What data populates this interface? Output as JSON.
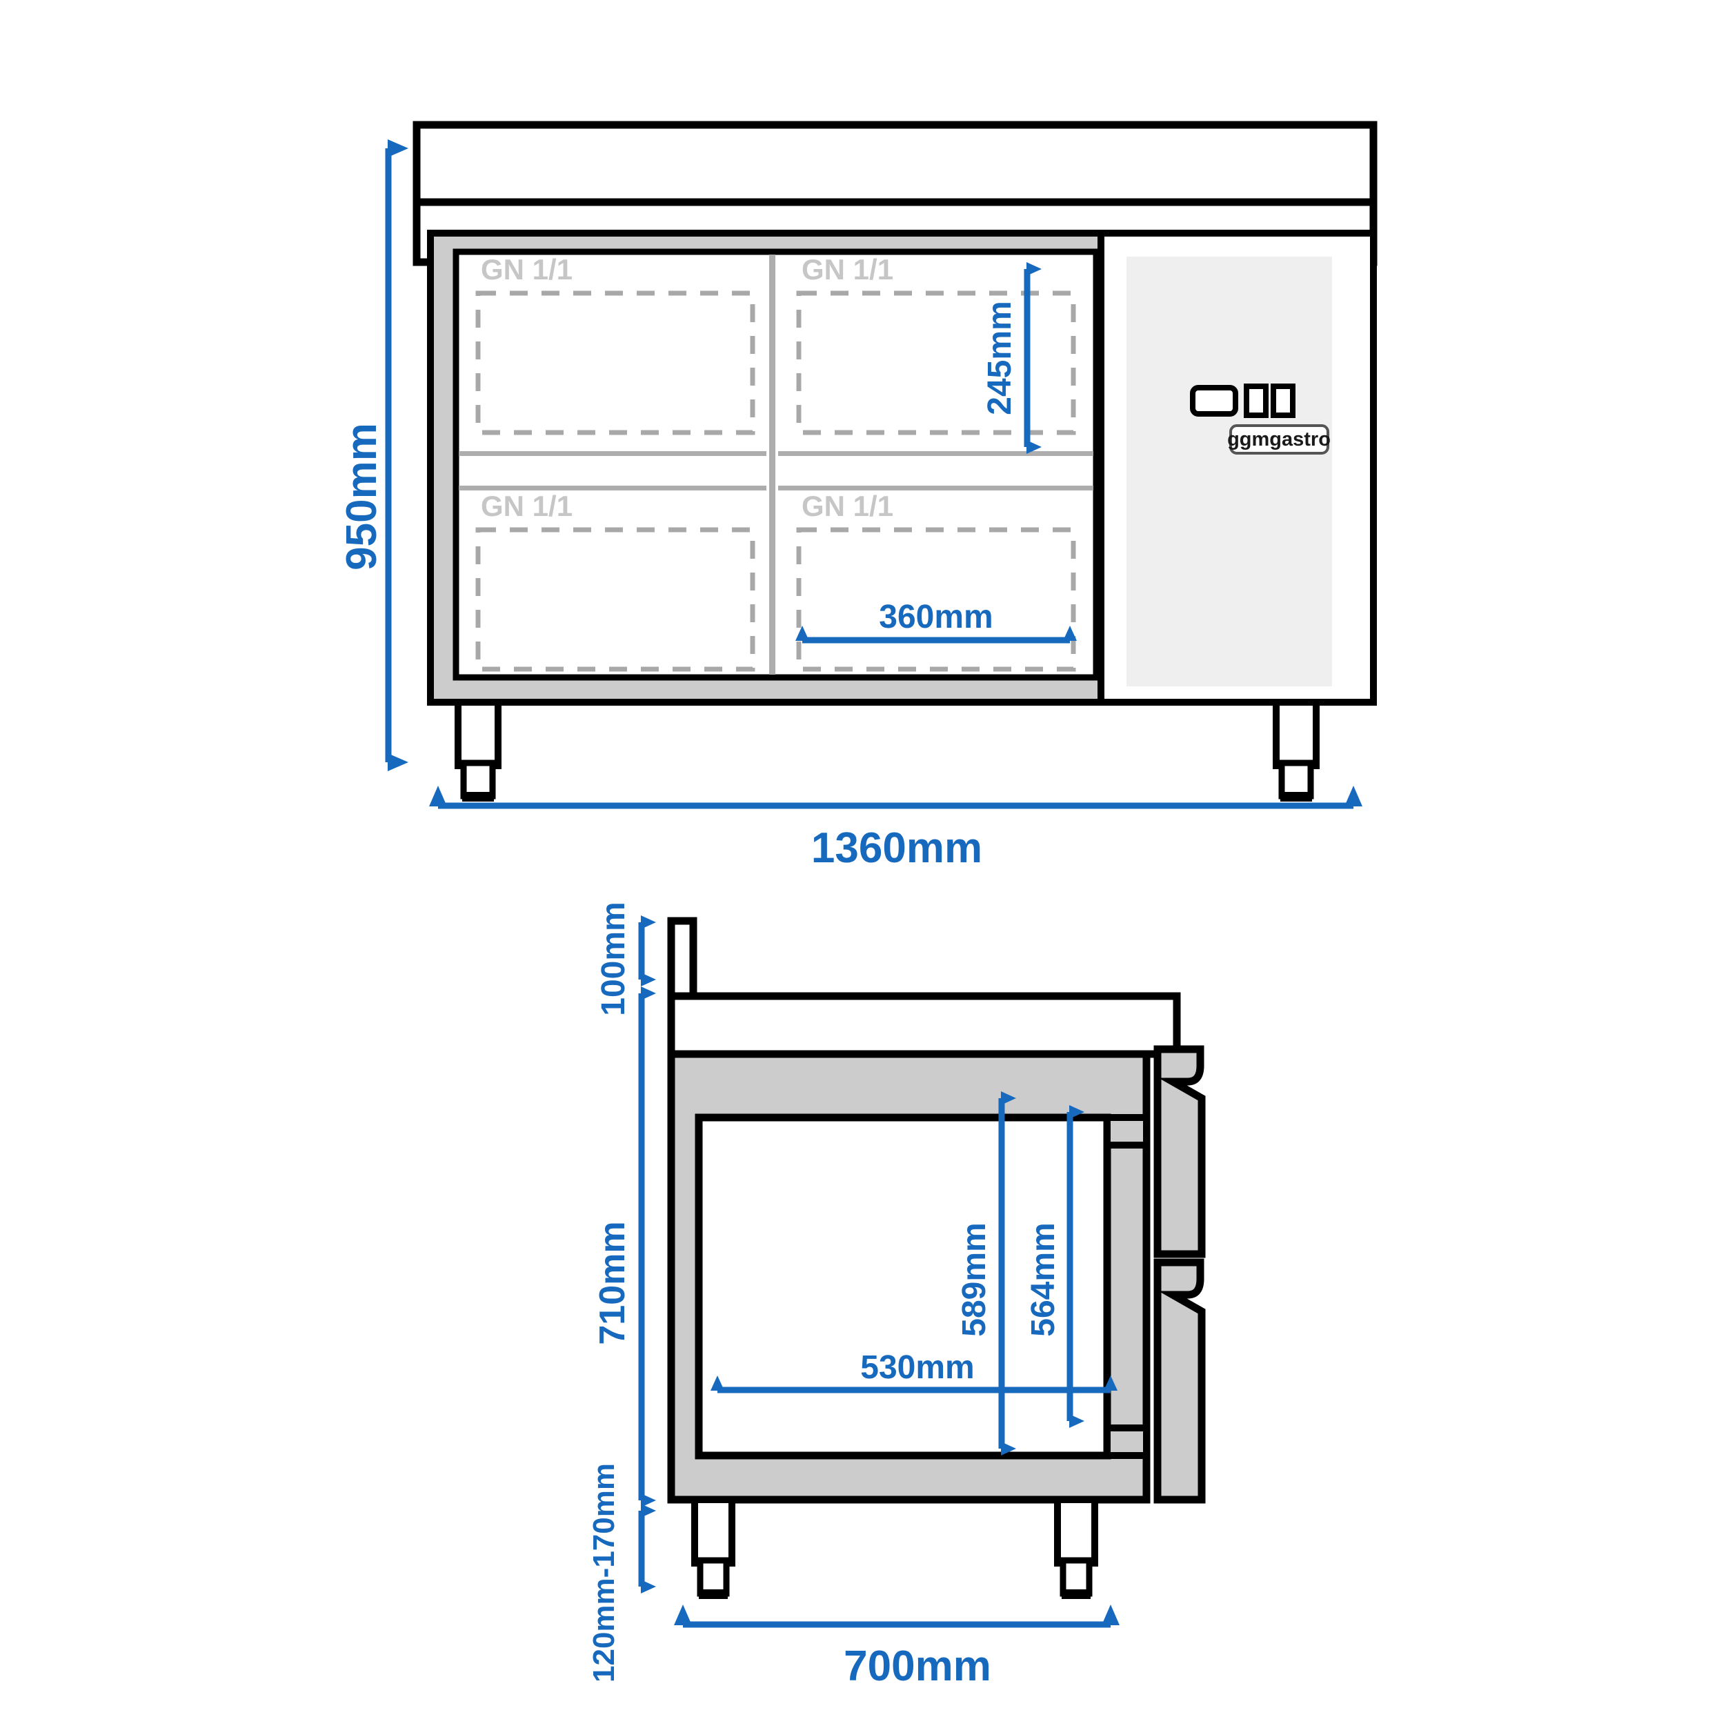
{
  "drawing": {
    "title": "GGM Gastro refrigerated counter technical drawing",
    "units": "mm",
    "accent_color": "#1769BE",
    "body_gray": "#CCCCCC",
    "panel_gray": "#EFEFEF",
    "label_gray": "#C6C6C6",
    "outline_color": "#000000"
  },
  "front_view": {
    "name": "front-elevation",
    "dimensions": {
      "height": "950mm",
      "width": "1360mm",
      "gn_pan_height": "245mm",
      "gn_pan_width": "360mm"
    },
    "compartments": [
      {
        "label": "GN 1/1",
        "position": "top-left"
      },
      {
        "label": "GN 1/1",
        "position": "top-right"
      },
      {
        "label": "GN 1/1",
        "position": "bottom-left"
      },
      {
        "label": "GN 1/1",
        "position": "bottom-right"
      }
    ],
    "control_panel": {
      "brand": "ggmgastro",
      "display_label": "display",
      "button_labels": [
        "button-1",
        "button-2"
      ]
    }
  },
  "side_view": {
    "name": "side-elevation",
    "dimensions": {
      "splashback_height": "100mm",
      "body_height": "710mm",
      "leg_height": "120mm-170mm",
      "depth": "700mm",
      "inner_depth": "530mm",
      "inner_height_outer": "589mm",
      "inner_height_inner": "564mm"
    },
    "drawers": [
      {
        "name": "upper-drawer"
      },
      {
        "name": "lower-drawer"
      }
    ]
  }
}
